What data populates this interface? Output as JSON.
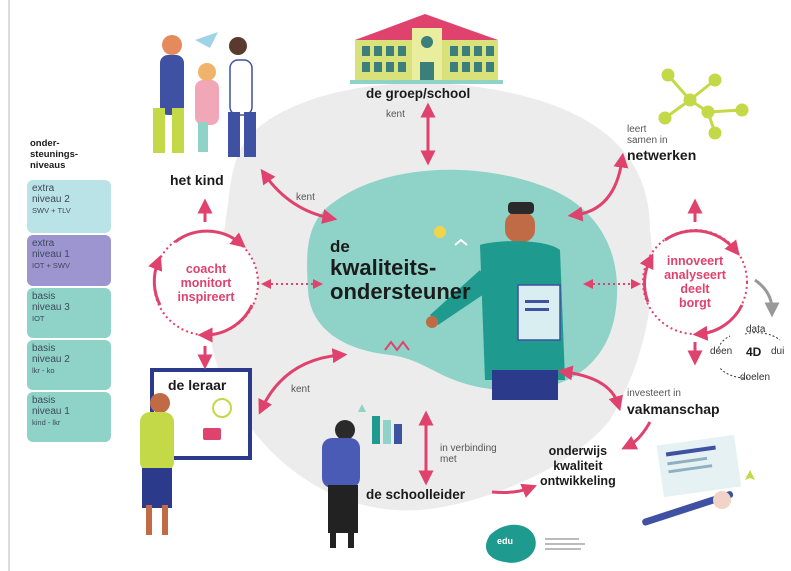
{
  "colors": {
    "accent_pink": "#e0426e",
    "teal_blob": "#8fd3c8",
    "grey_blob": "#ececec",
    "level_light": "#b9e3e6",
    "level_purple": "#9c95cf",
    "level_teal": "#8fd3c8",
    "network_lime": "#c4d947"
  },
  "left_panel": {
    "title_lines": [
      "onder-",
      "steunings-",
      "niveaus"
    ],
    "levels": [
      {
        "title1": "extra",
        "title2": "niveau 2",
        "sub": "SWV + TLV"
      },
      {
        "title1": "extra",
        "title2": "niveau 1",
        "sub": "IOT + SWV"
      },
      {
        "title1": "basis",
        "title2": "niveau 3",
        "sub": "IOT"
      },
      {
        "title1": "basis",
        "title2": "niveau 2",
        "sub": "lkr - ko"
      },
      {
        "title1": "basis",
        "title2": "niveau 1",
        "sub": "kind - lkr"
      }
    ]
  },
  "center": {
    "line1": "de",
    "line2": "kwaliteits-",
    "line3": "ondersteuner"
  },
  "nodes": {
    "groep_school": "de groep/school",
    "het_kind": "het kind",
    "netwerken": "netwerken",
    "de_leraar": "de leraar",
    "vakmanschap": "vakmanschap",
    "de_schoolleider": "de schoolleider",
    "onderwijs_lines": [
      "onderwijs",
      "kwaliteit",
      "ontwikkeling"
    ]
  },
  "relations": {
    "kent_top": "kent",
    "kent_kind": "kent",
    "kent_leraar": "kent",
    "leert_samen_lines": [
      "leert",
      "samen in"
    ],
    "investeert_in": "investeert in",
    "in_verbinding_lines": [
      "in verbinding",
      "met"
    ]
  },
  "left_circle_lines": [
    "coacht",
    "monitort",
    "inspireert"
  ],
  "right_circle_lines": [
    "innoveert",
    "analyseert",
    "deelt",
    "borgt"
  ],
  "cycle": {
    "data": "data",
    "doen": "doen",
    "center": "4D",
    "duiden": "dui",
    "doelen": "doelen"
  },
  "logo": {
    "text": "edu"
  }
}
